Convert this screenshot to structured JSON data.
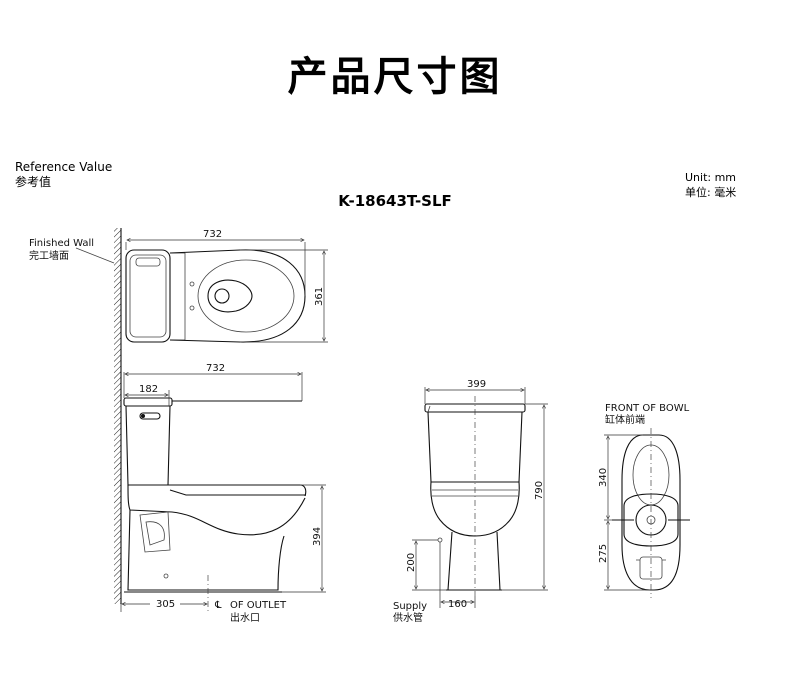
{
  "title": "产品尺寸图",
  "reference": {
    "en": "Reference Value",
    "cn": "参考值"
  },
  "unit": {
    "en": "Unit: mm",
    "cn": "单位: 毫米"
  },
  "model": "K-18643T-SLF",
  "labels": {
    "finished_wall_en": "Finished Wall",
    "finished_wall_cn": "完工墙面",
    "outlet_en": "OF OUTLET",
    "outlet_cn": "出水口",
    "supply_en": "Supply",
    "supply_cn": "供水管",
    "front_en": "FRONT OF BOWL",
    "front_cn": "缸体前端"
  },
  "dimensions": {
    "top_width": "732",
    "top_depth": "361",
    "side_width": "732",
    "tank_depth": "182",
    "seat_height": "394",
    "outlet_offset": "305",
    "front_width": "399",
    "front_height": "790",
    "supply_height": "200",
    "supply_offset": "160",
    "bottom_front": "340",
    "bottom_rear": "275"
  }
}
